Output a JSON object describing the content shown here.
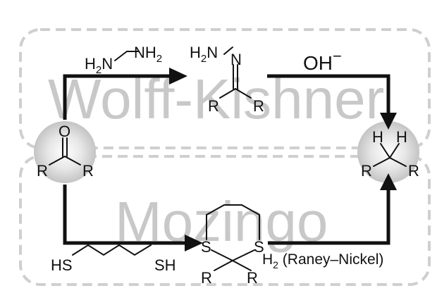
{
  "watermarks": {
    "top": "Wolff-Kishner",
    "bottom": "Mozingo"
  },
  "reagents": {
    "hydrazine": {
      "left": "H",
      "left_sub": "2",
      "n1": "N",
      "n2": "NH",
      "n2_sub": "2"
    },
    "hydroxide": {
      "text": "OH",
      "charge": "−"
    },
    "dithiol": {
      "left": "HS",
      "right": "SH"
    },
    "raney": {
      "h": "H",
      "h_sub": "2",
      "text": " (Raney–Nickel)"
    }
  },
  "molecules": {
    "ketone": {
      "o": "O",
      "r1": "R",
      "r2": "R"
    },
    "hydrazone": {
      "h": "H",
      "h_sub": "2",
      "n1": "N",
      "n2": "N",
      "r1": "R",
      "r2": "R"
    },
    "dithiane": {
      "s1": "S",
      "s2": "S",
      "r1": "R",
      "r2": "R"
    },
    "alkane": {
      "h1": "H",
      "h2": "H",
      "r1": "R",
      "r2": "R"
    }
  },
  "colors": {
    "ink": "#111111",
    "watermark": "#c8c8c8",
    "dashed_box": "#cfcfcf",
    "highlight": "#bdbdbd"
  }
}
